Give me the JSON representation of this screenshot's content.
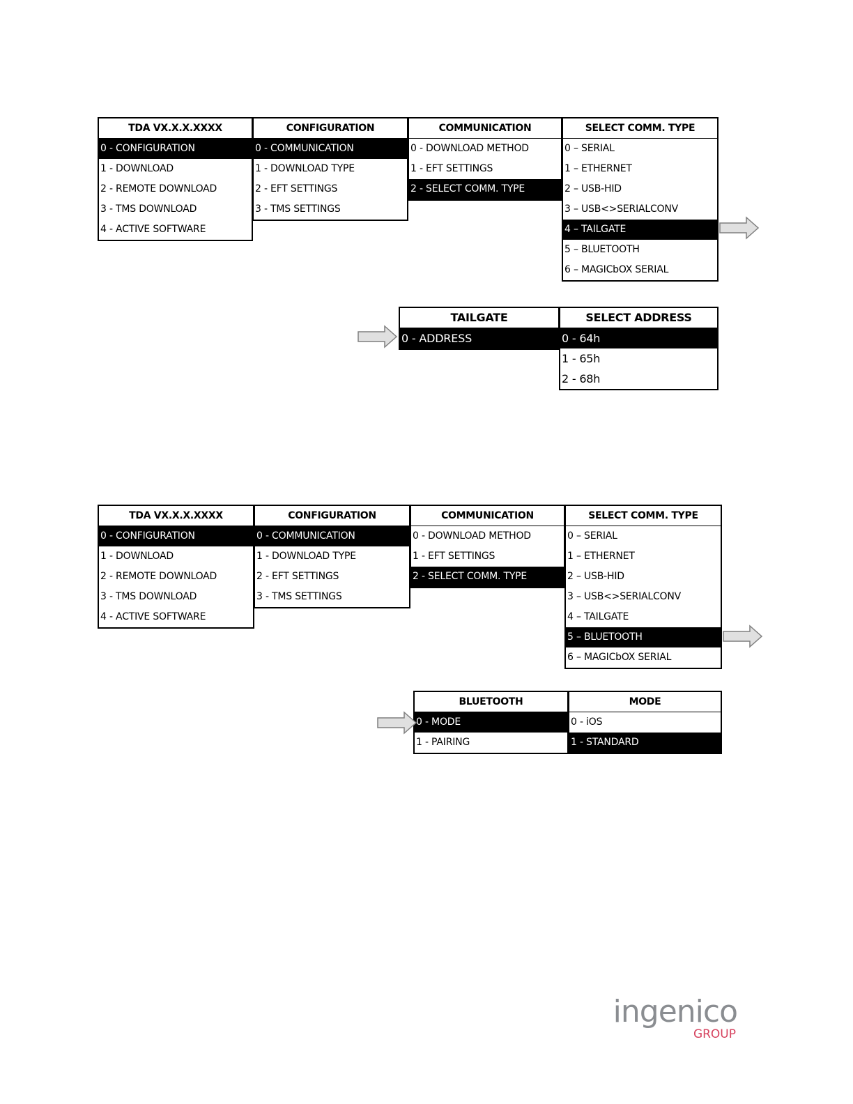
{
  "diagram1": {
    "menus": [
      {
        "id": "tda",
        "header": "TDA VX.X.X.XXXX",
        "items": [
          {
            "label": "0 - CONFIGURATION",
            "selected": true
          },
          {
            "label": "1 - DOWNLOAD",
            "selected": false
          },
          {
            "label": "2 - REMOTE DOWNLOAD",
            "selected": false
          },
          {
            "label": "3 - TMS DOWNLOAD",
            "selected": false
          },
          {
            "label": "4 - ACTIVE SOFTWARE",
            "selected": false
          }
        ]
      },
      {
        "id": "configuration",
        "header": "CONFIGURATION",
        "items": [
          {
            "label": "0 - COMMUNICATION",
            "selected": true
          },
          {
            "label": "1 - DOWNLOAD TYPE",
            "selected": false
          },
          {
            "label": "2 - EFT SETTINGS",
            "selected": false
          },
          {
            "label": "3 - TMS SETTINGS",
            "selected": false
          }
        ]
      },
      {
        "id": "communication",
        "header": "COMMUNICATION",
        "items": [
          {
            "label": "0 - DOWNLOAD METHOD",
            "selected": false
          },
          {
            "label": "1 - EFT SETTINGS",
            "selected": false
          },
          {
            "label": "2 - SELECT COMM. TYPE",
            "selected": true
          }
        ]
      },
      {
        "id": "select-comm-type",
        "header": "SELECT COMM. TYPE",
        "items": [
          {
            "label": "0 – SERIAL",
            "selected": false
          },
          {
            "label": "1 – ETHERNET",
            "selected": false
          },
          {
            "label": "2 – USB-HID",
            "selected": false
          },
          {
            "label": "3 – USB<>SERIALCONV",
            "selected": false
          },
          {
            "label": "4 – TAILGATE",
            "selected": true
          },
          {
            "label": "5 – BLUETOOTH",
            "selected": false
          },
          {
            "label": "6 – MAGICbOX SERIAL",
            "selected": false
          }
        ]
      }
    ],
    "submenus": [
      {
        "id": "tailgate",
        "header": "TAILGATE",
        "items": [
          {
            "label": "0 - ADDRESS",
            "selected": true
          }
        ]
      },
      {
        "id": "select-address",
        "header": "SELECT ADDRESS",
        "items": [
          {
            "label": "0 - 64h",
            "selected": true
          },
          {
            "label": "1 - 65h",
            "selected": false
          },
          {
            "label": "2 - 68h",
            "selected": false
          }
        ]
      }
    ]
  },
  "diagram2": {
    "menus": [
      {
        "id": "tda",
        "header": "TDA VX.X.X.XXXX",
        "items": [
          {
            "label": "0 - CONFIGURATION",
            "selected": true
          },
          {
            "label": "1 - DOWNLOAD",
            "selected": false
          },
          {
            "label": "2 - REMOTE DOWNLOAD",
            "selected": false
          },
          {
            "label": "3 - TMS DOWNLOAD",
            "selected": false
          },
          {
            "label": "4 - ACTIVE SOFTWARE",
            "selected": false
          }
        ]
      },
      {
        "id": "configuration",
        "header": "CONFIGURATION",
        "items": [
          {
            "label": "0 - COMMUNICATION",
            "selected": true
          },
          {
            "label": "1 - DOWNLOAD TYPE",
            "selected": false
          },
          {
            "label": "2 - EFT SETTINGS",
            "selected": false
          },
          {
            "label": "3 - TMS SETTINGS",
            "selected": false
          }
        ]
      },
      {
        "id": "communication",
        "header": "COMMUNICATION",
        "items": [
          {
            "label": "0 - DOWNLOAD METHOD",
            "selected": false
          },
          {
            "label": "1 - EFT SETTINGS",
            "selected": false
          },
          {
            "label": "2 - SELECT COMM. TYPE",
            "selected": true
          }
        ]
      },
      {
        "id": "select-comm-type",
        "header": "SELECT COMM. TYPE",
        "items": [
          {
            "label": "0 – SERIAL",
            "selected": false
          },
          {
            "label": "1 – ETHERNET",
            "selected": false
          },
          {
            "label": "2 – USB-HID",
            "selected": false
          },
          {
            "label": "3 – USB<>SERIALCONV",
            "selected": false
          },
          {
            "label": "4 – TAILGATE",
            "selected": false
          },
          {
            "label": "5 – BLUETOOTH",
            "selected": true
          },
          {
            "label": "6 – MAGICbOX SERIAL",
            "selected": false
          }
        ]
      }
    ],
    "submenus": [
      {
        "id": "bluetooth",
        "header": "BLUETOOTH",
        "items": [
          {
            "label": "0 - MODE",
            "selected": true
          },
          {
            "label": "1 - PAIRING",
            "selected": false
          }
        ]
      },
      {
        "id": "mode",
        "header": "MODE",
        "items": [
          {
            "label": "0 - iOS",
            "selected": false
          },
          {
            "label": "1 - STANDARD",
            "selected": true
          }
        ]
      }
    ]
  },
  "logo": {
    "word": "ingenico",
    "group": "GROUP",
    "word_color": "#8a8d91",
    "group_color": "#d6425e"
  },
  "colors": {
    "selected_bg": "#000000",
    "selected_fg": "#ffffff",
    "arrow_fill": "#e0e0e0",
    "arrow_stroke": "#7f7f7f"
  }
}
